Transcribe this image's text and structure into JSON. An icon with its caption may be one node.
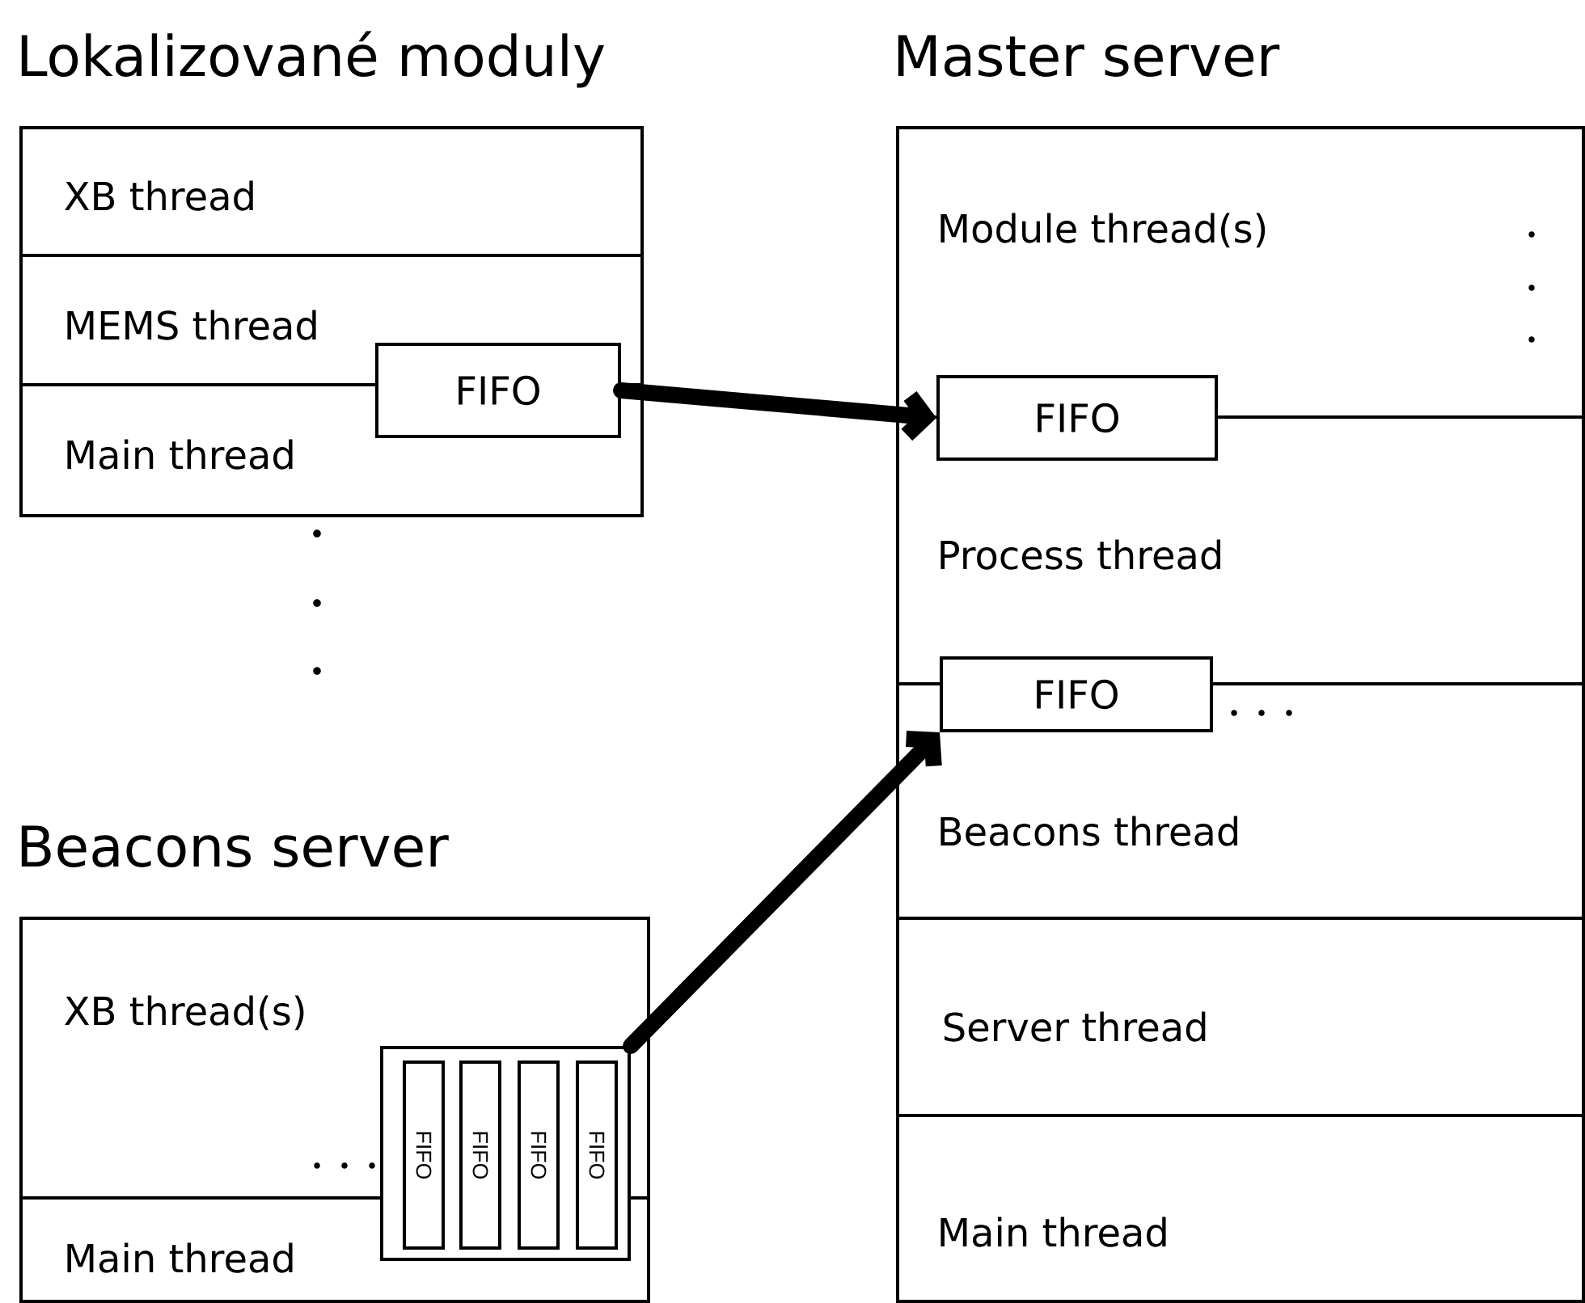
{
  "diagram": {
    "nodes": [
      {
        "text": [
          "Lokalizované moduly"
        ]
      },
      {
        "text": [
          "XB thread"
        ],
        "in": 0
      },
      {
        "text": [
          "MEMS thread"
        ],
        "in": 0
      },
      {
        "text": [
          "Main thread"
        ],
        "in": 0
      },
      {
        "text": [
          "FIFO"
        ],
        "in": 0
      },
      {
        "text": [
          "Master server"
        ]
      },
      {
        "text": [
          "Module thread(s)"
        ],
        "in": 5
      },
      {
        "text": [
          "FIFO"
        ],
        "in": 5
      },
      {
        "text": [
          "Process thread"
        ],
        "in": 5
      },
      {
        "text": [
          "FIFO"
        ],
        "in": 5
      },
      {
        "text": [
          "Beacons thread"
        ],
        "in": 5
      },
      {
        "text": [
          "Server thread"
        ],
        "in": 5
      },
      {
        "text": [
          "Main thread"
        ],
        "in": 5
      },
      {
        "text": [
          "Beacons server"
        ]
      },
      {
        "text": [
          "XB thread(s)"
        ],
        "in": 13
      },
      {
        "text": [
          "Main thread"
        ],
        "in": 13
      },
      {
        "text": [],
        "shape": "box",
        "in": 13
      },
      {
        "text": [
          "FIFO"
        ],
        "in": 16
      },
      {
        "text": [
          "FIFO"
        ],
        "in": 16
      },
      {
        "text": [
          "FIFO"
        ],
        "in": 16
      },
      {
        "text": [
          "FIFO"
        ],
        "in": 16
      }
    ],
    "edges": [
      {
        "from": 4,
        "to": 7,
        "arrow": "to"
      },
      {
        "from": 16,
        "to": 9,
        "arrow": "to"
      }
    ]
  }
}
